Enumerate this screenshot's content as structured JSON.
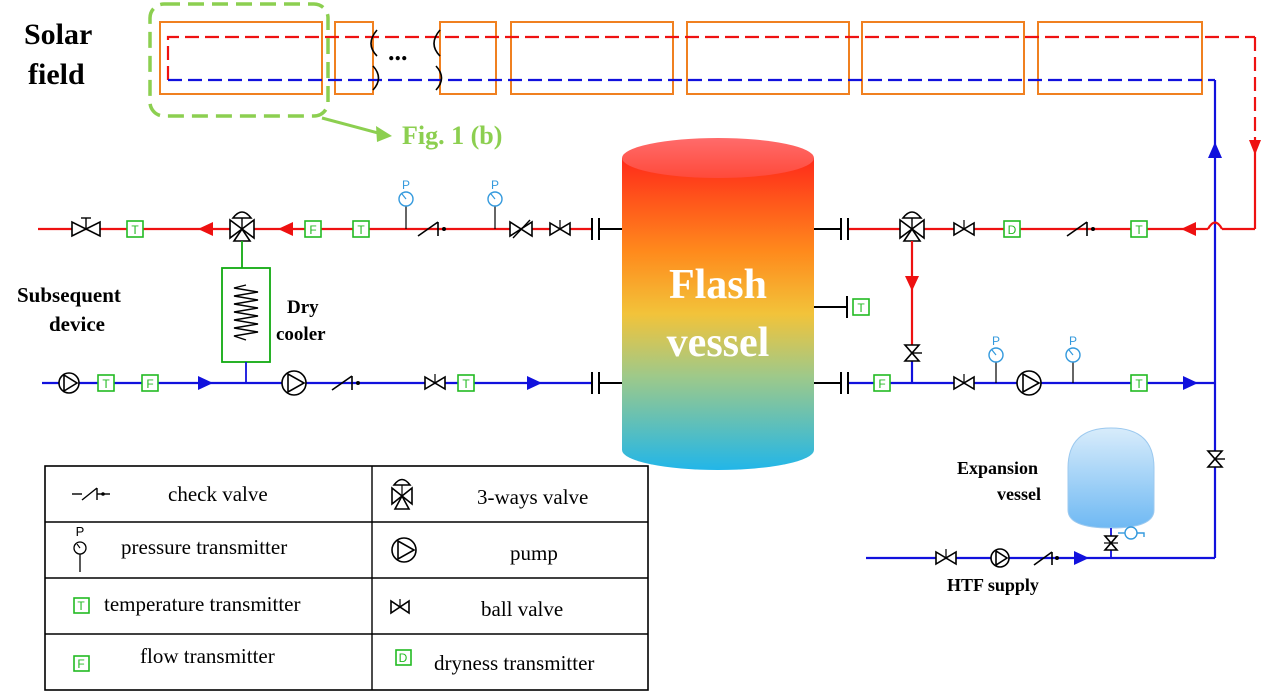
{
  "labels": {
    "solar_field_1": "Solar",
    "solar_field_2": "field",
    "ellipsis": "...",
    "fig_ref": "Fig. 1 (b)",
    "flash_vessel_1": "Flash",
    "flash_vessel_2": "vessel",
    "subsequent_1": "Subsequent",
    "subsequent_2": "device",
    "dry_cooler_1": "Dry",
    "dry_cooler_2": "cooler",
    "expansion_1": "Expansion",
    "expansion_2": "vessel",
    "htf_supply": "HTF supply"
  },
  "tags": {
    "T": "T",
    "F": "F",
    "D": "D",
    "P": "P"
  },
  "legend": {
    "check_valve": "check valve",
    "three_way_valve": "3-ways valve",
    "pressure_transmitter": "pressure transmitter",
    "pump": "pump",
    "temperature_transmitter": "temperature transmitter",
    "ball_valve": "ball valve",
    "flow_transmitter": "flow transmitter",
    "dryness_transmitter": "dryness transmitter"
  },
  "colors": {
    "hot_line": "#ee1111",
    "cold_line": "#1111dd",
    "collector": "#f08020",
    "highlight": "#8ccf50",
    "transmitter": "#22bb22",
    "gauge": "#3399dd"
  }
}
